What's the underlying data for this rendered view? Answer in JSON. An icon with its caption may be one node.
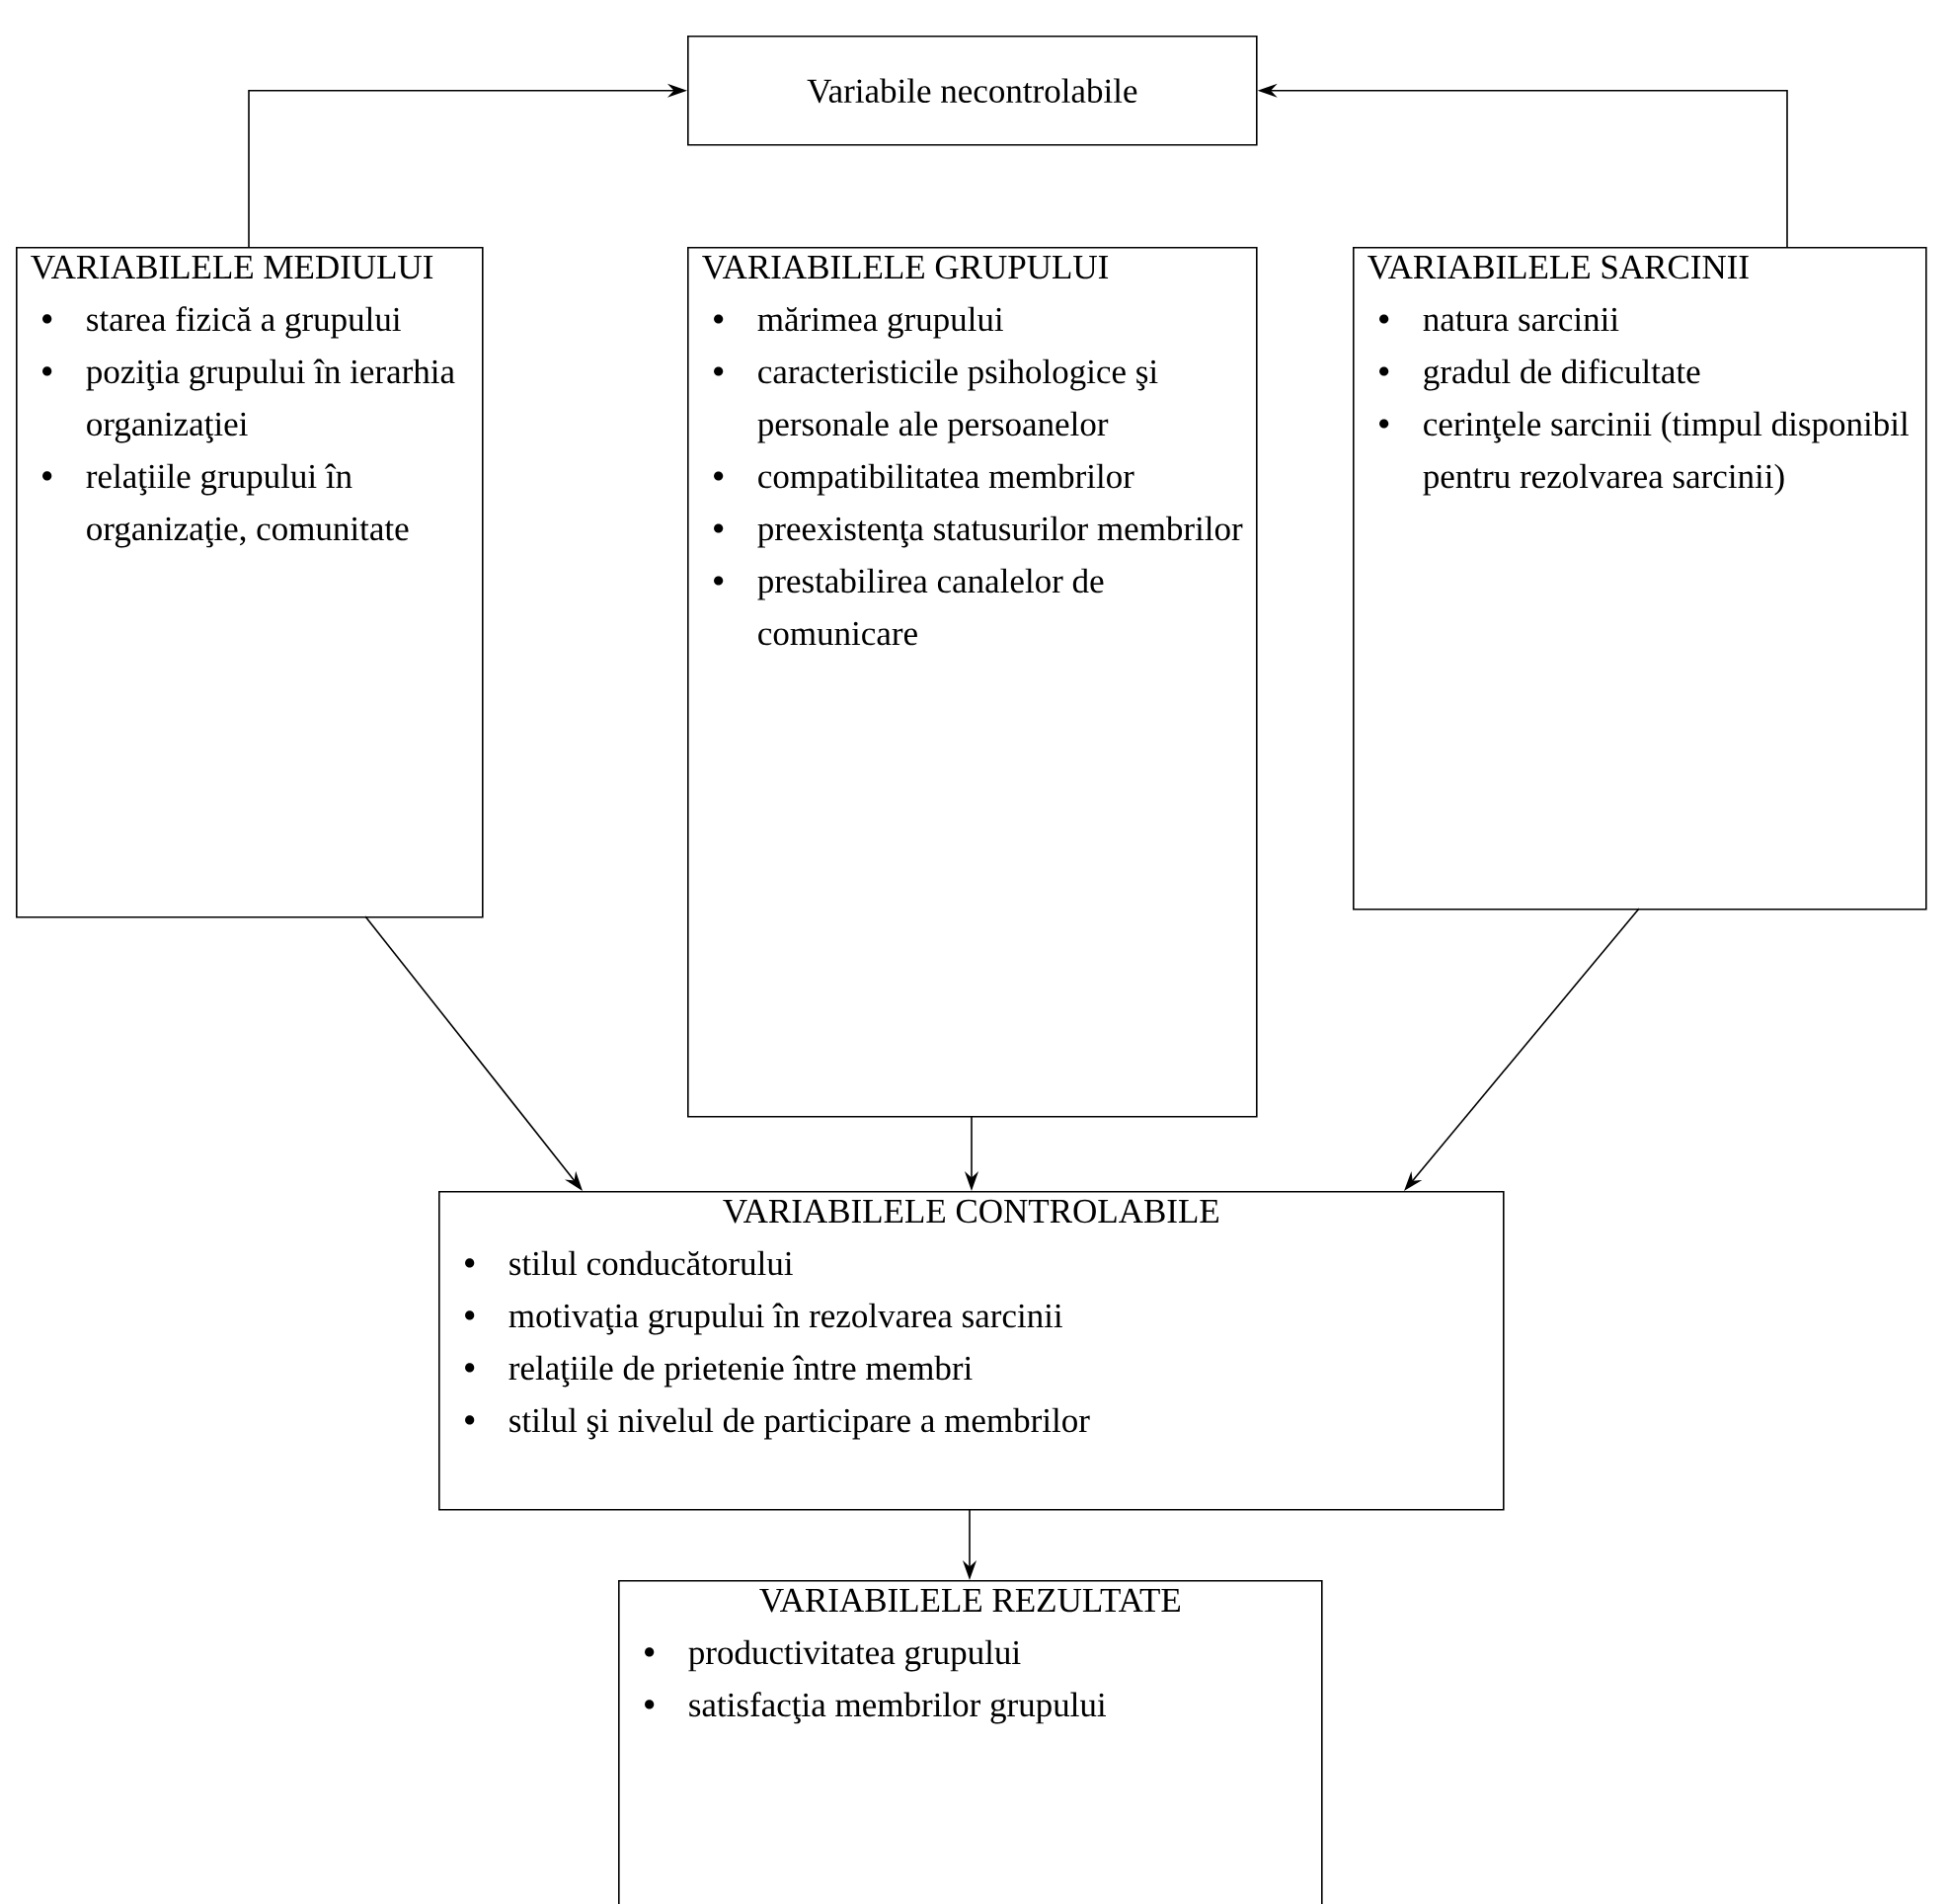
{
  "diagram": {
    "nodes": [
      {
        "text": [
          "Variabile necontrolabile"
        ]
      },
      {
        "text": [
          "VARIABILELE MEDIULUI",
          "starea fizică a grupului",
          "poziţia grupului în ierarhia organizaţiei",
          "relaţiile grupului în organizaţie, comunitate"
        ]
      },
      {
        "text": [
          "VARIABILELE GRUPULUI",
          "mărimea grupului",
          "caracteristicile psihologice şi personale ale persoanelor",
          "compatibilitatea membrilor",
          "preexistenţa statusurilor membrilor",
          "prestabilirea canalelor de comunicare"
        ]
      },
      {
        "text": [
          "VARIABILELE SARCINII",
          "natura sarcinii",
          "gradul de dificultate",
          "cerinţele sarcinii (timpul disponibil pentru rezolvarea sarcinii)"
        ]
      },
      {
        "text": [
          "VARIABILELE CONTROLABILE",
          "stilul conducătorului",
          "motivaţia grupului în rezolvarea sarcinii",
          "relaţiile de prietenie între membri",
          "stilul şi nivelul de participare a membrilor"
        ]
      },
      {
        "text": [
          "VARIABILELE REZULTATE",
          "productivitatea grupului",
          "satisfacţia membrilor grupului"
        ]
      }
    ],
    "edges": [
      {
        "from": 1,
        "to": 0,
        "arrow": "to"
      },
      {
        "from": 3,
        "to": 0,
        "arrow": "to"
      },
      {
        "from": 1,
        "to": 4,
        "arrow": "to"
      },
      {
        "from": 2,
        "to": 4,
        "arrow": "to"
      },
      {
        "from": 3,
        "to": 4,
        "arrow": "to"
      },
      {
        "from": 4,
        "to": 5,
        "arrow": "to"
      }
    ]
  }
}
